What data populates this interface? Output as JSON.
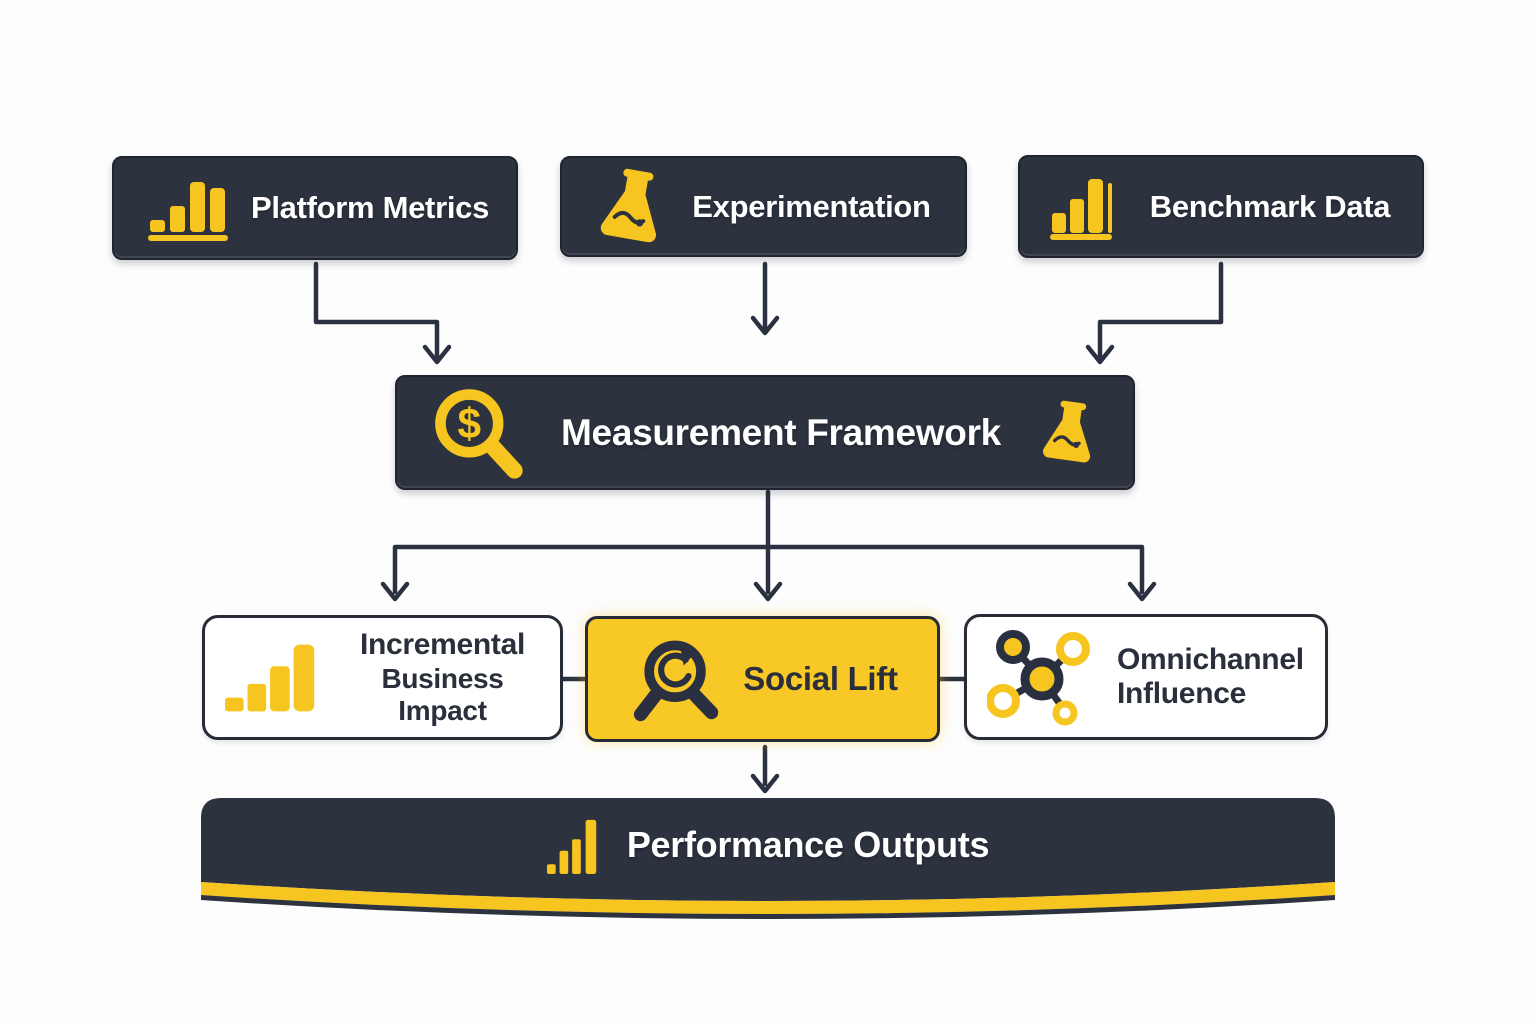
{
  "title": "Measurement framework flow diagram",
  "colors": {
    "box_dark": "#2d323f",
    "accent_yellow": "#f7c51f",
    "social_lift_bg": "#f8c827",
    "box_border": "#262b36",
    "arrow": "#2b3140",
    "text_light": "#ffffff",
    "text_dark": "#2a2f3b",
    "background": "#fdfdfe"
  },
  "nodes": {
    "platform_metrics": {
      "label": "Platform Metrics",
      "icon": "bar-chart-icon"
    },
    "experimentation": {
      "label": "Experimentation",
      "icon": "flask-icon"
    },
    "benchmark_data": {
      "label": "Benchmark Data",
      "icon": "bar-chart-icon"
    },
    "measurement_framework": {
      "label": "Measurement Framework",
      "icon_left": "magnifier-dollar-icon",
      "icon_right": "flask-icon"
    },
    "incremental_business_impact": {
      "label_line1": "Incremental",
      "label_line2": "Business Impact",
      "icon": "bar-chart-icon"
    },
    "social_lift": {
      "label": "Social Lift",
      "icon": "magnifier-refresh-icon"
    },
    "omnichannel_influence": {
      "label_line1": "Omnichannel",
      "label_line2": "Influence",
      "icon": "network-nodes-icon"
    },
    "performance_outputs": {
      "label": "Performance Outputs",
      "icon": "bar-chart-icon"
    }
  }
}
